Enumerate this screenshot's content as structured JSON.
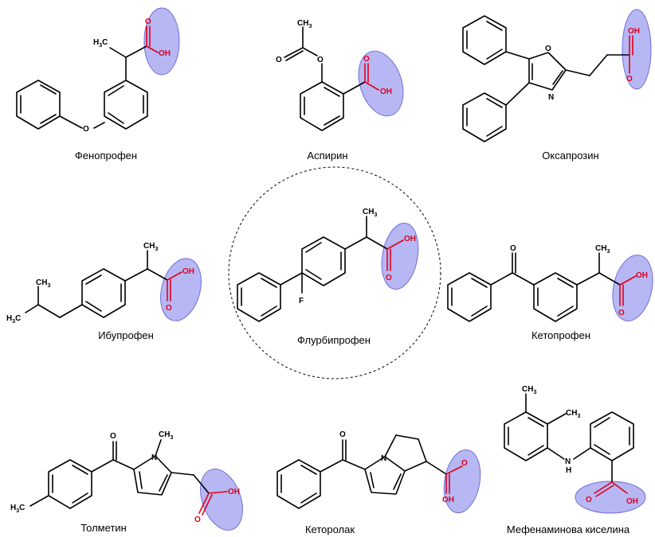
{
  "labels": {
    "oh": "OH",
    "o": "O",
    "n": "N",
    "nh": "N",
    "h": "H",
    "f": "F",
    "c": "C",
    "h3": "H",
    "three": "3",
    "ch3_left": "H",
    "ch3_left_c": "C"
  },
  "captions": {
    "fenoprofen": "Фенопрофен",
    "aspirin": "Аспирин",
    "oxaprozin": "Оксапрозин",
    "ibuprofen": "Ибупрофен",
    "flurbiprofen": "Флурбипрофен",
    "ketoprofen": "Кетопрофен",
    "tolmetin": "Толметин",
    "ketorolac": "Кеторолак",
    "mefenamic": "Мефенаминова киселина"
  },
  "colors": {
    "acid_group": "#e0001a",
    "highlight": "#9f9fef"
  }
}
